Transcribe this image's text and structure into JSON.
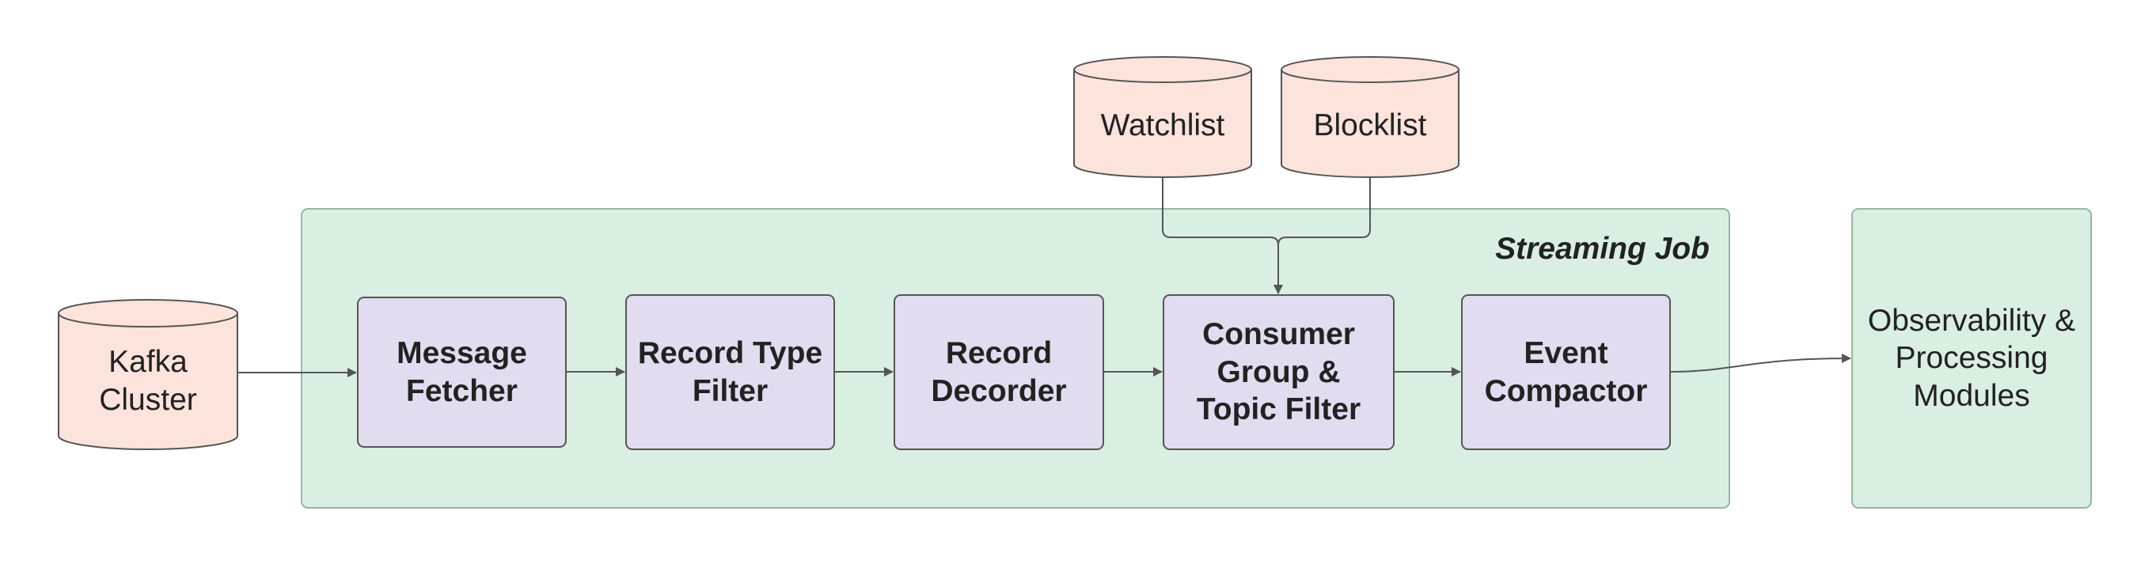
{
  "diagram": {
    "container_title": "Streaming Job",
    "source": {
      "label": "Kafka Cluster"
    },
    "lists": [
      {
        "label": "Watchlist"
      },
      {
        "label": "Blocklist"
      }
    ],
    "stages": [
      {
        "label": "Message Fetcher"
      },
      {
        "label": "Record Type Filter"
      },
      {
        "label": "Record Decorder"
      },
      {
        "label": "Consumer Group & Topic Filter"
      },
      {
        "label": "Event Compactor"
      }
    ],
    "output": {
      "label": "Observability & Processing Modules"
    },
    "colors": {
      "container_fill": "#d9efe1",
      "process_fill": "#e1dcef",
      "datastore_fill": "#fce3db",
      "stroke": "#555555"
    }
  }
}
